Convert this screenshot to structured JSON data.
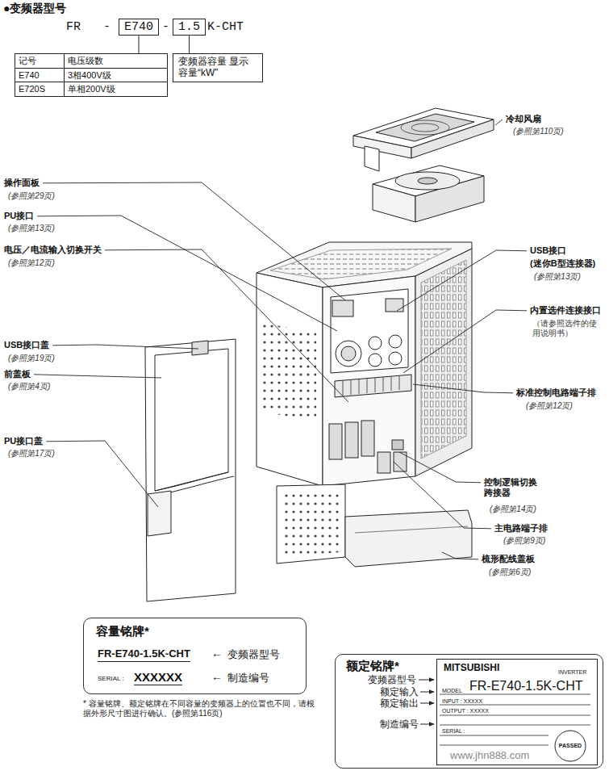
{
  "diagram": {
    "title": "●变频器型号",
    "nodes": [
      {
        "text": [
          "E740"
        ]
      },
      {
        "text": [
          "1.5"
        ]
      },
      {
        "text": [
          "记号",
          "电压级数",
          "E740",
          "3相400V级",
          "E720S",
          "单相200V级"
        ]
      },
      {
        "text": [
          "变频器容量 显示容量“kW”"
        ]
      },
      {
        "text": [
          "容量铭牌*",
          "FR-E740-1.5K-CHT",
          "←",
          "变频器型号",
          "SERIAL :",
          "XXXXXX",
          "←",
          "制造编号"
        ]
      },
      {
        "text": [
          "额定铭牌*",
          "变频器型号",
          "额定输入",
          "额定输出",
          "制造编号"
        ]
      },
      {
        "text": [
          "MITSUBISHI",
          "INVERTER",
          "MODEL",
          "FR-E740-1.5K-CHT",
          "INPUT : XXXXX",
          "OUTPUT : XXXXX",
          "SERIAL :"
        ],
        "in": 5
      },
      {
        "text": [
          "PASSED"
        ],
        "in": 6
      }
    ],
    "edges": [
      {
        "from": 0,
        "to": 2,
        "arrow": "none"
      },
      {
        "from": 1,
        "to": 3,
        "arrow": "none"
      }
    ],
    "labels": [
      "FR",
      "-",
      "-",
      "K-CHT",
      "冷却风扇",
      "(参照第110页)",
      "操作面板",
      "(参照第29页)",
      "PU接口",
      "(参照第13页)",
      "电压／电流输入切换开关",
      "(参照第12页)",
      "USB接口",
      "(迷你B型连接器)",
      "(参照第13页)",
      "内置选件连接接口",
      "（请参照选件的使用说明书）",
      "USB接口盖",
      "(参照第19页)",
      "前盖板",
      "(参照第4页)",
      "标准控制电路端子排",
      "(参照第12页)",
      "PU接口盖",
      "(参照第17页)",
      "控制逻辑切换跨接器",
      "(参照第14页)",
      "主电路端子排",
      "(参照第9页)",
      "梳形配线盖板",
      "(参照第6页)",
      "* 容量铭牌、额定铭牌在不同容量的变频器上的位置也不同，请根据外形尺寸图进行确认。(参照第116页)",
      "www.jhn888.com"
    ]
  }
}
